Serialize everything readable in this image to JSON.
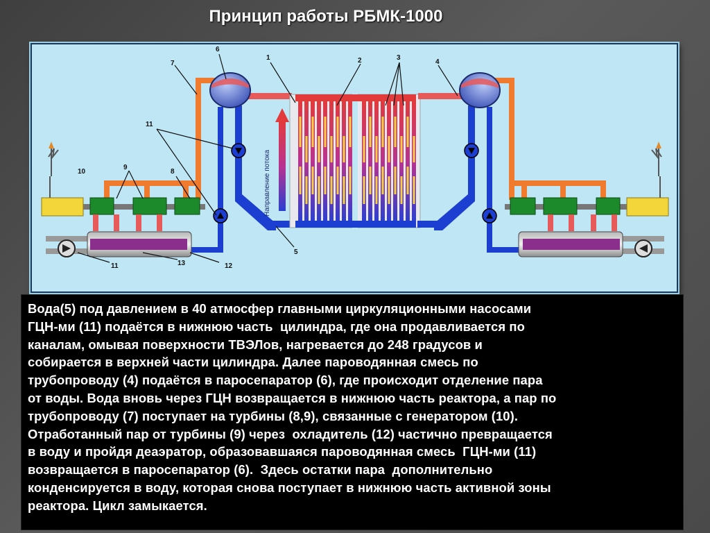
{
  "slide": {
    "title": "Принцип работы  РБМК-1000"
  },
  "diagram": {
    "axis_label": "Направление потока",
    "callouts": [
      "1",
      "2",
      "3",
      "3",
      "4",
      "5",
      "6",
      "7",
      "8",
      "9",
      "10",
      "11",
      "11",
      "12",
      "13"
    ],
    "colors": {
      "steam": "#f07a2e",
      "hot_water": "#e23b3b",
      "cold_water": "#1d3fd1",
      "turbine": "#1c8a2a",
      "generator": "#f2d63a",
      "fuel": "#f4d040",
      "separator": "#6d83d8",
      "condenser": "#8a2f8c",
      "background": "#bfe6f4"
    }
  },
  "description": {
    "text": "Вода(5) под давлением в 40 атмосфер главными циркуляционными насосами\nГЦН-ми (11) подаётся в нижнюю часть  цилиндра, где она продавливается по\nканалам, омывая поверхности ТВЭЛов, нагревается до 248 градусов и\nсобирается в верхней части цилиндра. Далее пароводянная смесь по\nтрубопроводу (4) подаётся в паросепаратор (6), где происходит отделение пара\nот воды. Вода вновь через ГЦН возвращается в нижнюю часть реактора, а пар по\nтрубопроводу (7) поступает на турбины (8,9), связанные с генератором (10).\nОтработанный пар от турбины (9) через  охладитель (12) частично превращается\nв воду и пройдя деаэратор, образовавшаяся пароводянная смесь  ГЦН-ми (11)\nвозвращается в паросепаратор (6).  Здесь остатки пара  дополнительно\nконденсируется в воду, которая снова поступает в нижнюю часть активной зоны\nреактора. Цикл замыкается."
  }
}
